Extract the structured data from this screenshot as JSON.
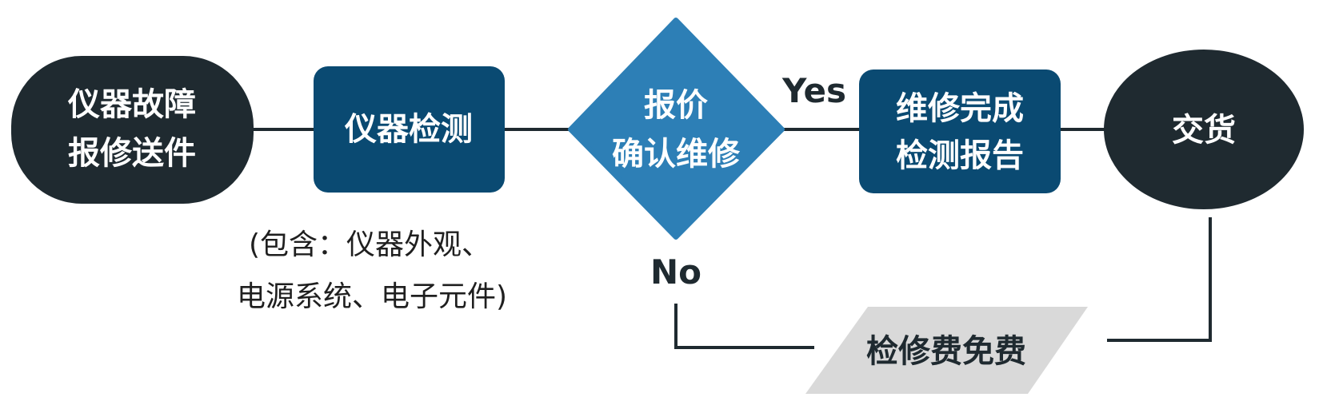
{
  "diagram": {
    "start": {
      "line1": "仪器故障",
      "line2": "报修送件"
    },
    "inspect": {
      "label": "仪器检测"
    },
    "inspect_note": {
      "line1": "(包含：仪器外观、",
      "line2": "电源系统、电子元件)"
    },
    "decision": {
      "line1": "报价",
      "line2": "确认维修"
    },
    "yes_label": "Yes",
    "no_label": "No",
    "repair": {
      "line1": "维修完成",
      "line2": "检测报告"
    },
    "deliver": {
      "label": "交货"
    },
    "free": {
      "label": "检修费免费"
    },
    "colors": {
      "dark_node": "#1f2a30",
      "blue_node": "#0a4a72",
      "diamond": "#2d7fb6",
      "free_box": "#d9d9d9",
      "line": "#1f2a30"
    }
  }
}
